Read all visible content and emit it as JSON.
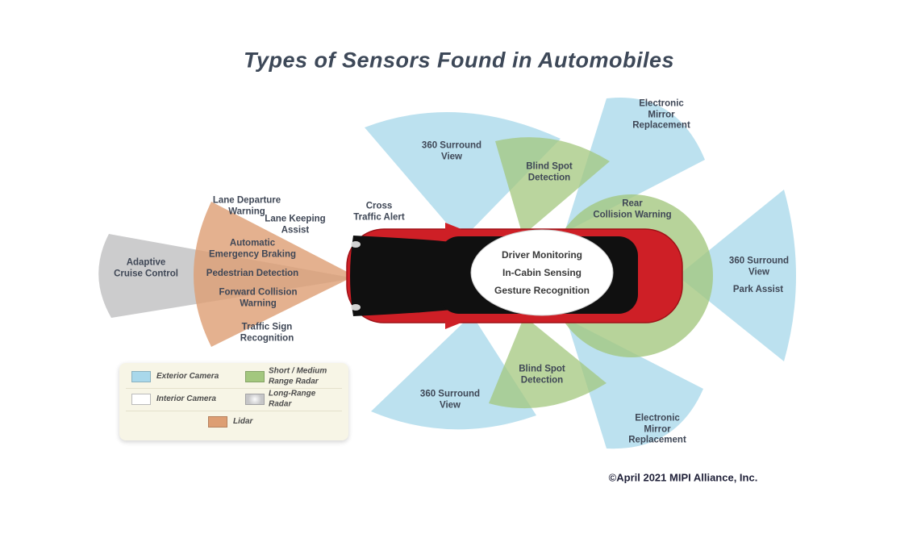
{
  "title": "Types of Sensors Found in Automobiles",
  "copyright": "©April 2021 MIPI Alliance, Inc.",
  "colors": {
    "exterior_camera": "#a9d8eb",
    "short_medium_radar": "#a3c77e",
    "interior_camera": "#ffffff",
    "long_range_radar": "#c6c6c8",
    "lidar": "#dd9e73",
    "car_body": "#ce1f26",
    "car_glass": "#101010",
    "cabin_ellipse": "#ffffff",
    "title_text": "#3d4858",
    "label_text": "#3f4756"
  },
  "zones": {
    "emr_top": "Electronic\nMirror\nReplacement",
    "surround_view_top": "360 Surround\nView",
    "blind_spot_top": "Blind Spot\nDetection",
    "rear_collision": "Rear\nCollision Warning",
    "lane_departure": "Lane Departure\nWarning",
    "lane_keeping": "Lane Keeping\nAssist",
    "cross_traffic": "Cross\nTraffic Alert",
    "automatic_emergency_braking": "Automatic\nEmergency Braking",
    "pedestrian_detection": "Pedestrian Detection",
    "forward_collision": "Forward Collision\nWarning",
    "adaptive_cruise": "Adaptive\nCruise Control",
    "traffic_sign": "Traffic Sign\nRecognition",
    "driver_monitoring": "Driver Monitoring",
    "in_cabin_sensing": "In-Cabin Sensing",
    "gesture_recognition": "Gesture Recognition",
    "surround_view_right": "360 Surround\nView",
    "park_assist": "Park Assist",
    "blind_spot_bottom": "Blind Spot\nDetection",
    "surround_view_bottom": "360 Surround\nView",
    "emr_bottom": "Electronic\nMirror\nReplacement"
  },
  "legend": {
    "items": [
      {
        "label": "Exterior Camera",
        "color": "#a9d8eb"
      },
      {
        "label": "Short / Medium\nRange Radar",
        "color": "#a3c77e"
      },
      {
        "label": "Interior Camera",
        "color": "#ffffff"
      },
      {
        "label": "Long-Range\nRadar",
        "color": "#c6c6c8"
      },
      {
        "label": "Lidar",
        "color": "#dd9e73"
      }
    ]
  }
}
